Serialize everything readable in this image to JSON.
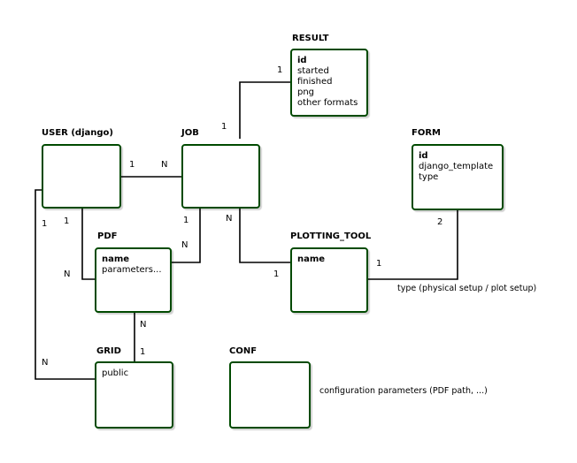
{
  "diagram": {
    "line_color": "#000000",
    "border_color": "#004a00",
    "entities": {
      "result": {
        "title": "RESULT",
        "attributes": [
          {
            "text": "id",
            "key": true
          },
          {
            "text": "started",
            "key": false
          },
          {
            "text": "finished",
            "key": false
          },
          {
            "text": "png",
            "key": false
          },
          {
            "text": "other formats",
            "key": false
          }
        ]
      },
      "user": {
        "title": "USER (django)",
        "attributes": []
      },
      "job": {
        "title": "JOB",
        "attributes": []
      },
      "form": {
        "title": "FORM",
        "attributes": [
          {
            "text": "id",
            "key": true
          },
          {
            "text": "django_template",
            "key": false
          },
          {
            "text": "type",
            "key": false
          }
        ]
      },
      "pdf": {
        "title": "PDF",
        "attributes": [
          {
            "text": "name",
            "key": true
          },
          {
            "text": "parameters...",
            "key": false
          }
        ]
      },
      "plotting_tool": {
        "title": "PLOTTING_TOOL",
        "attributes": [
          {
            "text": "name",
            "key": true
          }
        ]
      },
      "grid": {
        "title": "GRID",
        "attributes": [
          {
            "text": "public",
            "key": false
          }
        ]
      },
      "conf": {
        "title": "CONF",
        "attributes": []
      }
    },
    "cardinalities": {
      "job_result_at_result": "1",
      "job_result_at_job": "1",
      "user_job_at_user": "1",
      "user_job_at_job": "N",
      "user_pdf_at_user": "1",
      "user_pdf_at_pdf": "N",
      "user_grid_at_user": "1",
      "user_grid_at_grid": "N",
      "job_pdf_at_job": "1",
      "job_pdf_at_pdf": "N",
      "job_tool_at_job": "N",
      "job_tool_at_tool": "1",
      "tool_form_at_tool": "1",
      "tool_form_at_form": "2",
      "pdf_grid_at_pdf": "N",
      "pdf_grid_at_grid": "1"
    },
    "notes": {
      "tool_form": "type (physical setup / plot setup)",
      "conf": "configuration parameters (PDF path, ...)"
    }
  }
}
